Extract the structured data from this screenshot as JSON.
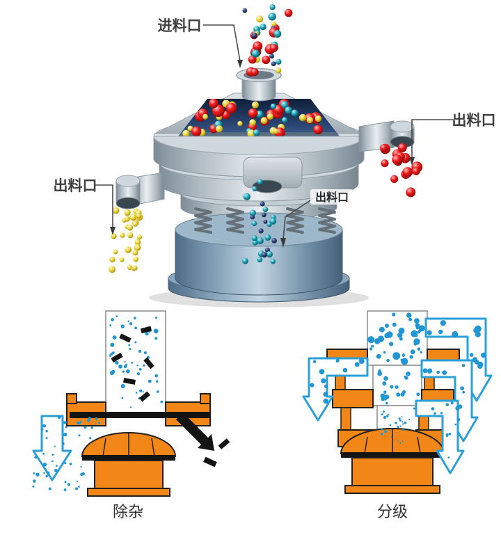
{
  "machine": {
    "labels": {
      "feed_inlet": "进料口",
      "outlet_left": "出料口",
      "outlet_right": "出料口",
      "outlet_center": "出料口"
    }
  },
  "schematics": {
    "left_caption": "除杂",
    "right_caption": "分级"
  },
  "colors": {
    "particle_red": "#e01010",
    "particle_yellow": "#e8d23a",
    "particle_cyan": "#17a0b4",
    "particle_navy": "#2b4076",
    "schematic_orange": "#f28718",
    "schematic_blue": "#2196d3",
    "schematic_black": "#141414",
    "arrow_outline_blue": "#2b9fd8"
  }
}
